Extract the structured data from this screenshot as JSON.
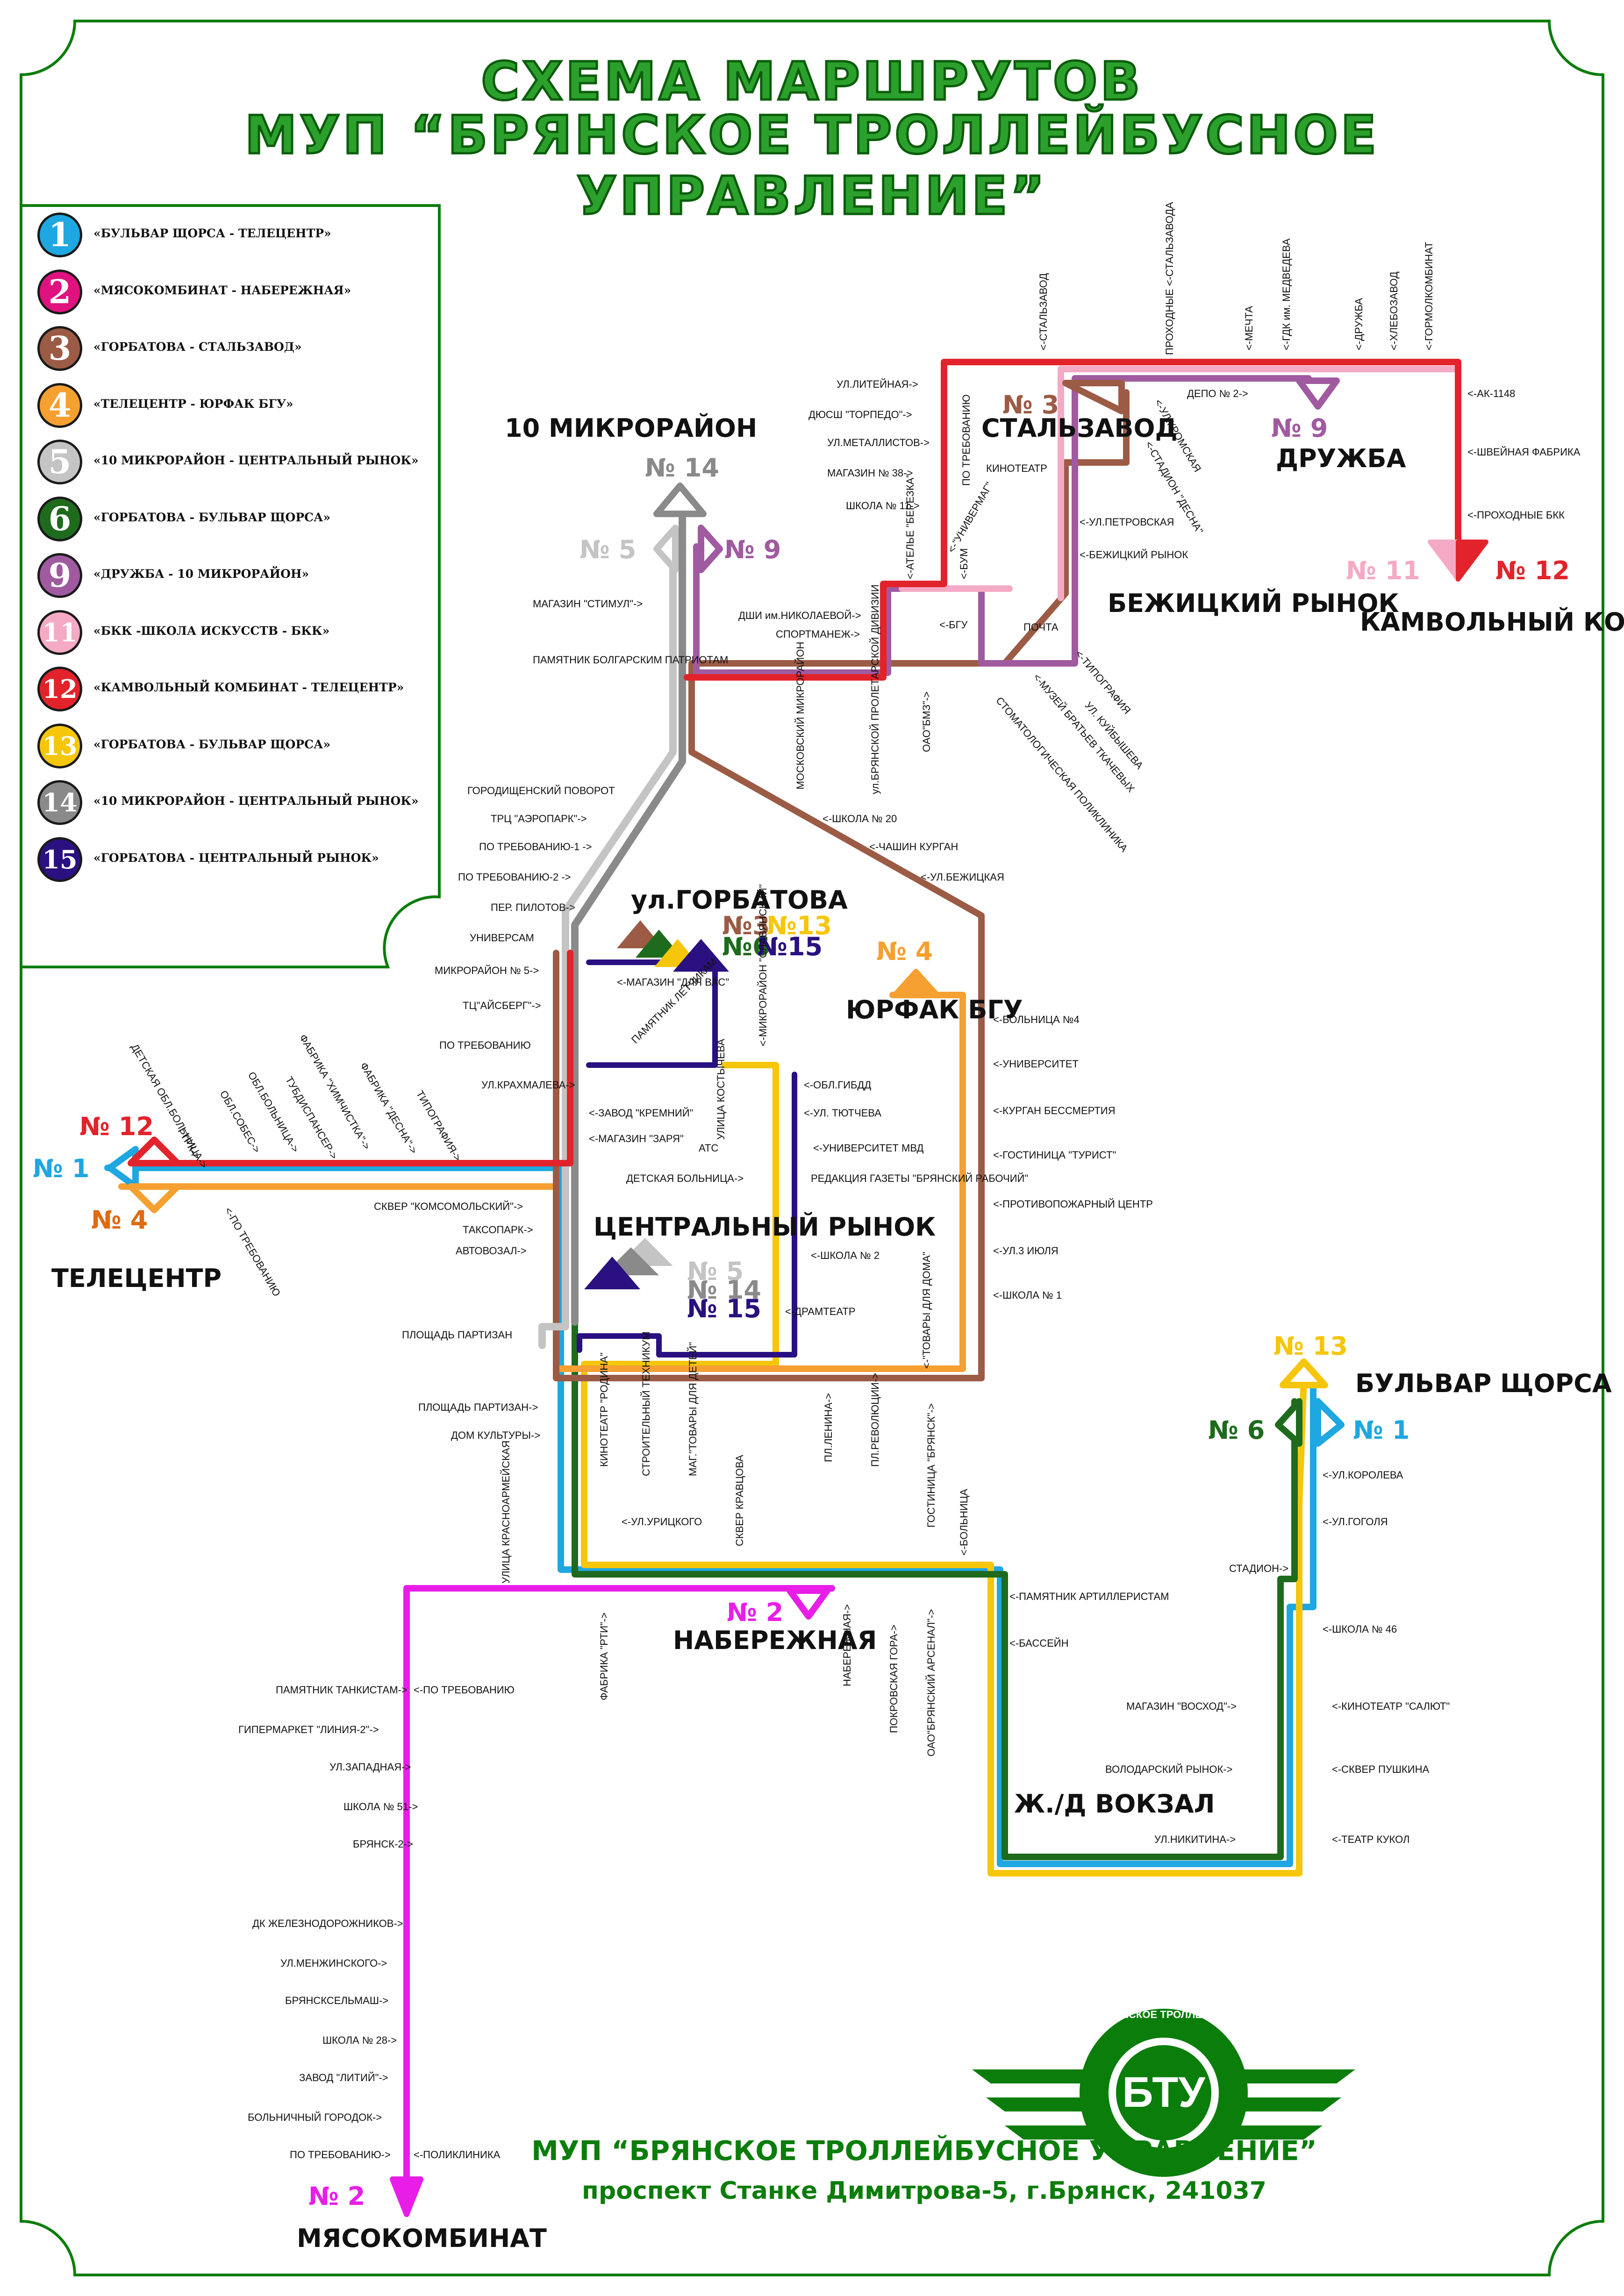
{
  "title": {
    "line1": "СХЕМА МАРШРУТОВ",
    "line2": "МУП “БРЯНСКОЕ ТРОЛЛЕЙБУСНОЕ УПРАВЛЕНИЕ”"
  },
  "legend": [
    {
      "num": "1",
      "label": "«БУЛЬВАР ЩОРСА - ТЕЛЕЦЕНТР»",
      "color": "#1ea7e1"
    },
    {
      "num": "2",
      "label": "«МЯСОКОМБИНАТ - НАБЕРЕЖНАЯ»",
      "color": "#e0127f"
    },
    {
      "num": "3",
      "label": "«ГОРБАТОВА - СТАЛЬЗАВОД»",
      "color": "#9c5b45"
    },
    {
      "num": "4",
      "label": "«ТЕЛЕЦЕНТР - ЮРФАК БГУ»",
      "color": "#f5a030"
    },
    {
      "num": "5",
      "label": "«10 МИКРОРАЙОН - ЦЕНТРАЛЬНЫЙ РЫНОК»",
      "color": "#c4c4c4"
    },
    {
      "num": "6",
      "label": "«ГОРБАТОВА - БУЛЬВАР ЩОРСА»",
      "color": "#1e6b1e"
    },
    {
      "num": "9",
      "label": "«ДРУЖБА - 10 МИКРОРАЙОН»",
      "color": "#a05aa0"
    },
    {
      "num": "11",
      "label": "«БКК -ШКОЛА ИСКУССТВ - БКК»",
      "color": "#f4aac4"
    },
    {
      "num": "12",
      "label": "«КАМВОЛЬНЫЙ КОМБИНАТ - ТЕЛЕЦЕНТР»",
      "color": "#e3232b"
    },
    {
      "num": "13",
      "label": "«ГОРБАТОВА - БУЛЬВАР ЩОРСА»",
      "color": "#f5c60a"
    },
    {
      "num": "14",
      "label": "«10 МИКРОРАЙОН - ЦЕНТРАЛЬНЫЙ РЫНОК»",
      "color": "#8a8a8a"
    },
    {
      "num": "15",
      "label": "«ГОРБАТОВА - ЦЕНТРАЛЬНЫЙ РЫНОК»",
      "color": "#2a1080"
    }
  ],
  "terminals": {
    "mikro10": "10 МИКРОРАЙОН",
    "stalzavod": "СТАЛЬЗАВОД",
    "druzhba": "ДРУЖБА",
    "bezhrynok": "БЕЖИЦКИЙ РЫНОК",
    "kamvol": "КАМВОЛЬНЫЙ КОМБИНАТ",
    "gorbatova": "ул.ГОРБАТОВА",
    "yurfak": "ЮРФАК БГУ",
    "telecentr": "ТЕЛЕЦЕНТР",
    "centrrynok": "ЦЕНТРАЛЬНЫЙ РЫНОК",
    "naberezh": "НАБЕРЕЖНАЯ",
    "zhdvokzal": "Ж./Д ВОКЗАЛ",
    "bulvar": "БУЛЬВАР ЩОРСА",
    "myaso": "МЯСОКОМБИНАТ"
  },
  "route_tags": {
    "n14a": "№ 14",
    "n5": "№ 5",
    "n9": "№ 9",
    "n3": "№ 3",
    "n9b": "№ 9",
    "n11": "№ 11",
    "n12": "№ 12",
    "g3": "№3",
    "g13": "№13",
    "g6": "№6",
    "g15": "№15",
    "n4": "№ 4",
    "t12": "№ 12",
    "t1": "№ 1",
    "t4": "№ 4",
    "c5": "№ 5",
    "c14": "№ 14",
    "c15": "№ 15",
    "n2": "№ 2",
    "b13": "№ 13",
    "b6": "№ 6",
    "b1": "№ 1",
    "m2": "№ 2"
  },
  "stops": {
    "litein": "УЛ.ЛИТЕЙНАЯ->",
    "dyussh": "ДЮСШ \"ТОРПЕДО\"->",
    "metal": "УЛ.МЕТАЛЛИСТОВ->",
    "mag38": "МАГАЗИН № 38->",
    "shk11": "ШКОЛА № 11->",
    "potreb_top": "ПО ТРЕБОВАНИЮ",
    "kinoteatr": "КИНОТЕАТР",
    "univermag": "<-\"УНИВЕРМАГ\"",
    "bum": "<-БУМ",
    "atelie": "<-АТЕЛЬЕ \"БЕРЕЗКА\"",
    "bgu": "<-БГУ",
    "pochta": "ПОЧТА",
    "kromsk": "<-УЛ.КРОМСКАЯ",
    "stadion": "<-СТАДИОН \"ДЕСНА\"",
    "petrov": "<-УЛ.ПЕТРОВСКАЯ",
    "bezhr": "<-БЕЖИЦКИЙ РЫНОК",
    "prohod": "ПРОХОДНЫЕ <-СТАЛЬЗАВОДА",
    "stalz": "<-СТАЛЬЗАВОД",
    "mechta": "<-МЕЧТА",
    "gdk": "<-ГДК им. МЕДВЕДЕВА",
    "depo": "ДЕПО № 2->",
    "druzh": "<-ДРУЖБА",
    "hleb": "<-ХЛЕБОЗАВОД",
    "gorm": "<-ГОРМОЛКОМБИНАТ",
    "ak": "<-АК-1148",
    "shvein": "<-ШВЕЙНАЯ ФАБРИКА",
    "prohbkk": "<-ПРОХОДНЫЕ БКК",
    "stimul": "МАГАЗИН \"СТИМУЛ\"->",
    "pamyat": "ПАМЯТНИК БОЛГАРСКИМ ПАТРИОТАМ",
    "dshi": "ДШИ им.НИКОЛАЕВОЙ->",
    "sport": "СПОРТМАНЕЖ->",
    "moskmr": "МОСКОВСКИЙ МИКРОРАЙОН",
    "proletar": "ул.БРЯНСКОЙ ПРОЛЕТАРСКОЙ ДИВИЗИИ",
    "bmz": "ОАО\"БМЗ\"->",
    "tipogr": "<-ТИПОГРАФИЯ",
    "kuib": "УЛ. КУЙБЫШЕВА",
    "muzei": "<-МУЗЕЙ БРАТЬЕВ ТКАЧЕВЫХ",
    "stomat": "СТОМАТОЛОГИЧЕСКАЯ ПОЛИКЛИНИКА",
    "gorodpov": "ГОРОДИЩЕНСКИЙ ПОВОРОТ",
    "aeropark": "ТРЦ \"АЭРОПАРК\"->",
    "potreb1": "ПО ТРЕБОВАНИЮ-1 ->",
    "potreb2": "ПО ТРЕБОВАНИЮ-2 ->",
    "pilot": "ПЕР. ПИЛОТОВ->",
    "universam": "УНИВЕРСАМ",
    "shk20": "<-ШКОЛА № 20",
    "chashin": "<-ЧАШИН КУРГАН",
    "bezhica": "<-УЛ.БЕЖИЦКАЯ",
    "mr5": "МИКРОРАЙОН № 5->",
    "aisberg": "ТЦ\"АЙСБЕРГ\"->",
    "potreb_c": "ПО ТРЕБОВАНИЮ",
    "kraxm": "УЛ.КРАХМАЛЕВА->",
    "magdv": "<-МАГАЗИН \"ДЛЯ ВАС\"",
    "pamlet": "ПАМЯТНИК ЛЕТЧИКАМ",
    "mikroslav": "<-МИКРОРАЙОН \"СЛАВЯНСКИЙ\"",
    "kreml": "<-ЗАВОД \"КРЕМНИЙ\"",
    "zarya": "<-МАГАЗИН \"ЗАРЯ\"",
    "kostych": "УЛИЦА КОСТЫЧЕВА",
    "gibdd": "<-ОБЛ.ГИБДД",
    "tyutch": "<-УЛ. ТЮТЧЕВА",
    "ats": "АТС",
    "mvd": "<-УНИВЕРСИТЕТ МВД",
    "detbol": "ДЕТСКАЯ БОЛЬНИЦА->",
    "redak": "РЕДАКЦИЯ ГАЗЕТЫ \"БРЯНСКИЙ РАБОЧИЙ\"",
    "komsom": "СКВЕР \"КОМСОМОЛЬСКИЙ\"->",
    "taxi": "ТАКСОПАРК->",
    "avtov": "АВТОВОЗАЛ->",
    "shk2": "<-ШКОЛА № 2",
    "dramt": "<-ДРАМТЕАТР",
    "ploshad": "ПЛОЩАДЬ ПАРТИЗАН",
    "bol4": "<-БОЛЬНИЦА №4",
    "univer": "<-УНИВЕРСИТЕТ",
    "kurgan": "<-КУРГАН  БЕССМЕРТИЯ",
    "turist": "<-ГОСТИНИЦА \"ТУРИСТ\"",
    "protiv": "<-ПРОТИВОПОЖАРНЫЙ ЦЕНТР",
    "iyul": "<-УЛ.3 ИЮЛЯ",
    "shk1": "<-ШКОЛА № 1",
    "tovdoma": "<-\"ТОВАРЫ ДЛЯ ДОМА\"",
    "detobl": "ДЕТСКАЯ ОБЛ.БОЛЬНИЦА->",
    "gtrk": "ГТРК->",
    "oblsobes": "ОБЛ.СОБЕС->",
    "oblbol": "ОБЛ.БОЛЬНИЦА->",
    "tubi": "ТУБДИСПАНСЕР->",
    "himchist": "ФАБРИКА \"ХИМЧИСТКА\"->",
    "fdesna": "ФАБРИКА \"ДЕСНА\"->",
    "tipogr2": "ТИПОГРАФИЯ->",
    "potreb_t": "<-ПО ТРЕБОВАНИЮ",
    "plpart": "ПЛОЩАДЬ ПАРТИЗАН->",
    "domkult": "ДОМ КУЛЬТУРЫ->",
    "krasnoarm": "УЛИЦА КРАСНОАРМЕЙСКАЯ",
    "kinorod": "КИНОТЕАТР \"РОДИНА\"",
    "stroit": "СТРОИТЕЛЬНЫЙ ТЕХНИКУМ",
    "magtov": "МАГ.\"ТОВАРЫ ДЛЯ ДЕТЕЙ\"",
    "kravc": "СКВЕР КРАВЦОВА",
    "urick": "<-УЛ.УРИЦКОГО",
    "pllenin": "ПЛ.ЛЕНИНА->",
    "plrev": "ПЛ.РЕВОЛЮЦИИ->",
    "gostbr": "ГОСТИНИЦА \"БРЯНСК\"->",
    "bolnica": "<-БОЛЬНИЦА",
    "fabrti": "ФАБРИКА \"РТИ\"->",
    "naber_st": "НАБЕРЕЖНАЯ->",
    "pokrov": "ПОКРОВСКАЯ ГОРА->",
    "arsenal": "ОАО\"БРЯНСКИЙ АРСЕНАЛ\"->",
    "artil": "<-ПАМЯТНИК АРТИЛЛЕРИСТАМ",
    "bassein": "<-БАССЕЙН",
    "korolev": "<-УЛ.КОРОЛЕВА",
    "gogol": "<-УЛ.ГОГОЛЯ",
    "stadion2": "СТАДИОН->",
    "shk46": "<-ШКОЛА № 46",
    "voshod": "МАГАЗИН \"ВОСХОД\"->",
    "salut": "<-КИНОТЕАТР \"САЛЮТ\"",
    "volod": "ВОЛОДАРСКИЙ РЫНОК->",
    "pushkin": "<-СКВЕР ПУШКИНА",
    "nikit": "УЛ.НИКИТИНА->",
    "teatrk": "<-ТЕАТР КУКОЛ",
    "tank": "ПАМЯТНИК ТАНКИСТАМ->",
    "potreb_m1": "<-ПО ТРЕБОВАНИЮ",
    "liniya": "ГИПЕРМАРКЕТ \"ЛИНИЯ-2\"->",
    "zapadn": "УЛ.ЗАПАДНАЯ->",
    "shk51": "ШКОЛА № 51->",
    "br2": "БРЯНСК-2->",
    "dkzhd": "ДК ЖЕЛЕЗНОДОРОЖНИКОВ->",
    "menzh": "УЛ.МЕНЖИНСКОГО->",
    "brselmash": "БРЯНСКСЕЛЬМАШ->",
    "shk28": "ШКОЛА № 28->",
    "litiy": "ЗАВОД  \"ЛИТИЙ\"->",
    "bolgor": "БОЛЬНИЧНЫЙ ГОРОДОК->",
    "potreb_m2": "ПО ТРЕБОВАНИЮ->",
    "polikl": "<-ПОЛИКЛИНИКА"
  },
  "logo": {
    "text": "БТУ",
    "ring": "МУП БРЯНСКОЕ ТРОЛЛЕЙБУСНОЕ"
  },
  "footer": {
    "line1": "МУП “БРЯНСКОЕ ТРОЛЛЕЙБУСНОЕ УПРАВЛЕНИЕ”",
    "line2": "проспект Станке Димитрова-5, г.Брянск, 241037"
  },
  "colors": {
    "frame": "#0b7d0b",
    "title": "#2ca02c"
  }
}
